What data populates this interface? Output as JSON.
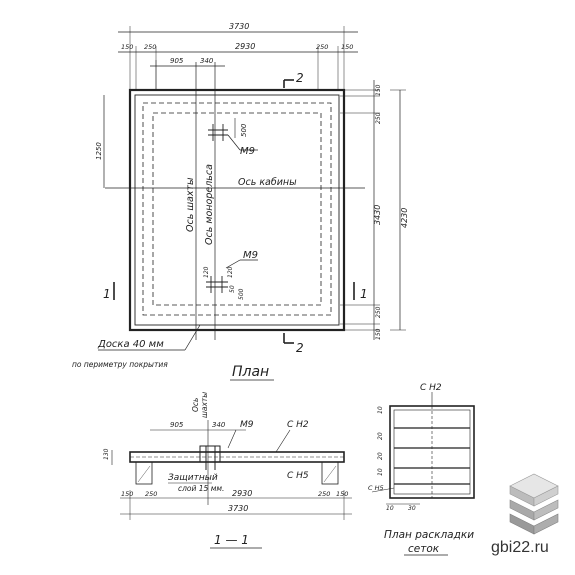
{
  "plan": {
    "title": "План",
    "dims": {
      "overall_width": "3730",
      "left_edge": "150",
      "left_inner": "250",
      "middle": "2930",
      "right_inner": "250",
      "right_edge": "150",
      "offset_a": "905",
      "offset_b": "340",
      "left_height": "1250",
      "right_top": "150",
      "right_inner_top": "250",
      "right_middle": "3430",
      "right_inner_bottom": "250",
      "right_bottom": "150",
      "overall_height": "4230"
    },
    "axes": {
      "shaft": "Ось шахты",
      "monorail": "Ось монорельса",
      "cabin": "Ось кабины"
    },
    "bolt_top": {
      "label": "М9",
      "dim": "500"
    },
    "bolt_bottom": {
      "label": "М9",
      "dim_a": "120",
      "dim_b": "120",
      "dim_c": "50",
      "dim_d": "500"
    },
    "section_marks": {
      "s1_left": "1",
      "s1_right": "1",
      "s2_top": "2",
      "s2_bottom": "2"
    },
    "board_note": "Доска 40 мм",
    "board_note2": "по периметру покрытия"
  },
  "section": {
    "title": "1 — 1",
    "axis_label_1": "Ось",
    "axis_label_2": "шахты",
    "bolt": "М9",
    "dim_905": "905",
    "dim_340": "340",
    "mark_top": "С Н2",
    "mark_bottom": "С Н5",
    "height": "130",
    "protect_1": "Защитный",
    "protect_2": "слой 15 мм.",
    "dims": [
      "150",
      "250",
      "2930",
      "250",
      "150"
    ],
    "overall": "3730"
  },
  "mesh": {
    "title_1": "План раскладки",
    "title_2": "сеток",
    "mark_top": "С Н2",
    "mark_side": "С Н5",
    "side_dims": [
      "10",
      "20",
      "20",
      "10"
    ],
    "bottom_dims": [
      "10",
      "30"
    ]
  },
  "watermark": {
    "text": "gbi22.ru"
  }
}
